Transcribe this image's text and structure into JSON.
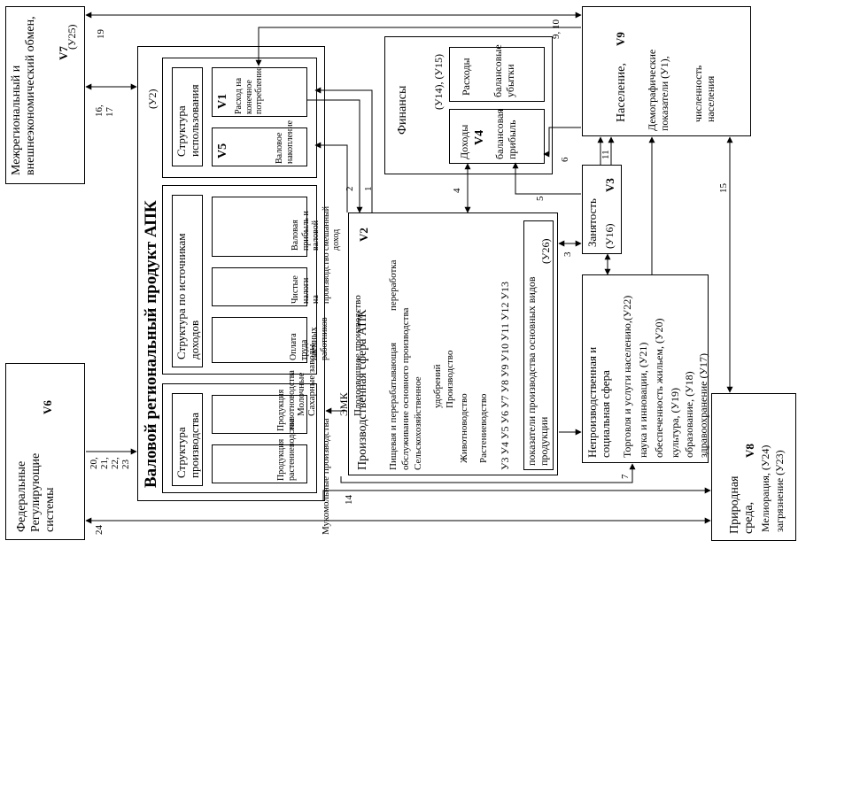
{
  "diagram": {
    "blocks": {
      "v7": {
        "title": "Межрегиональный и внешнеэкономический обмен,",
        "var": "V7",
        "code": "(У25)"
      },
      "v6": {
        "title": "Федеральные Регулирующие системы",
        "var": "V6"
      },
      "gross": {
        "title": "Валовой региональный продукт АПК",
        "code": "(У2)"
      },
      "use": {
        "title": "Структура использования"
      },
      "v1": {
        "var": "V1",
        "text": "Расход на конечное потребление"
      },
      "v5": {
        "var": "V5",
        "text": "Валовое накопление"
      },
      "income": {
        "title": "Структура по источникам доходов"
      },
      "inc1": {
        "text": "Валовая прибыль и валовой смешанный доход"
      },
      "inc2": {
        "text": "Чистые налоги на производство"
      },
      "inc3": {
        "text": "Оплата труда наемных работников"
      },
      "prodstruct": {
        "title": "Структура производства"
      },
      "ps1": {
        "text": "Продукция животноводства"
      },
      "ps2": {
        "text": "Продукция растениеводства"
      },
      "finance": {
        "title": "Финансы",
        "code": "(У14), (У15)"
      },
      "expenses": {
        "title": "Расходы",
        "sub": "балансовые убытки"
      },
      "v4": {
        "title": "Доходы",
        "var": "V4",
        "sub": "балансовая прибыль"
      },
      "v9": {
        "title": "Население,",
        "var": "V9",
        "demo": "Демографические показатели (У1),",
        "count": "численность населения"
      },
      "v3": {
        "title": "Занятость",
        "var": "V3",
        "code": "(У16)"
      },
      "v2": {
        "title": "Производственная сфера АПК",
        "var": "V2",
        "lines": [
          "переработка",
          "Пищевая и перерабатывающая",
          "обслуживание основного производства",
          "Сельскохозяйственное",
          "удобрений",
          "Производство",
          "Животноводство",
          "Растениеводство"
        ],
        "codes": "У3  У4    У5   У6    У7 У8 У9 У10  У11  У12 У13",
        "indicators": "показатели производства основных видов продукции",
        "code26": "(У26)"
      },
      "nonprod": {
        "title": "Непроизводственная и социальная сфера",
        "items": [
          "Торговля и услуги населению,(У22)",
          "наука и инновации,              (У21)",
          "обеспеченность жильем,        (У20)",
          "культура,                          (У19)",
          "образование,                      (У18)",
          "здравоохранение                  (У17)"
        ]
      },
      "v8": {
        "title": "Природная среда,",
        "var": "V8",
        "mel": "Мелиорация, (У24)",
        "poll": "загрязнение (У23)"
      }
    },
    "side": {
      "emk": "ЭМК",
      "lines": [
        "Сахарные заводы",
        "Молочные",
        "Мукомольные производства",
        "Плодоовощное производство"
      ]
    },
    "labels": {
      "n19": "19",
      "n1617": "16,\n17",
      "n910": "9,   10",
      "n2": "2",
      "n1": "1",
      "n4": "4",
      "n5": "5",
      "n6": "6",
      "n11": "11",
      "n15": "15",
      "n3": "3",
      "n7": "7",
      "n14": "14",
      "n2023": "20,\n21,\n22,\n23",
      "n24": "24"
    }
  }
}
